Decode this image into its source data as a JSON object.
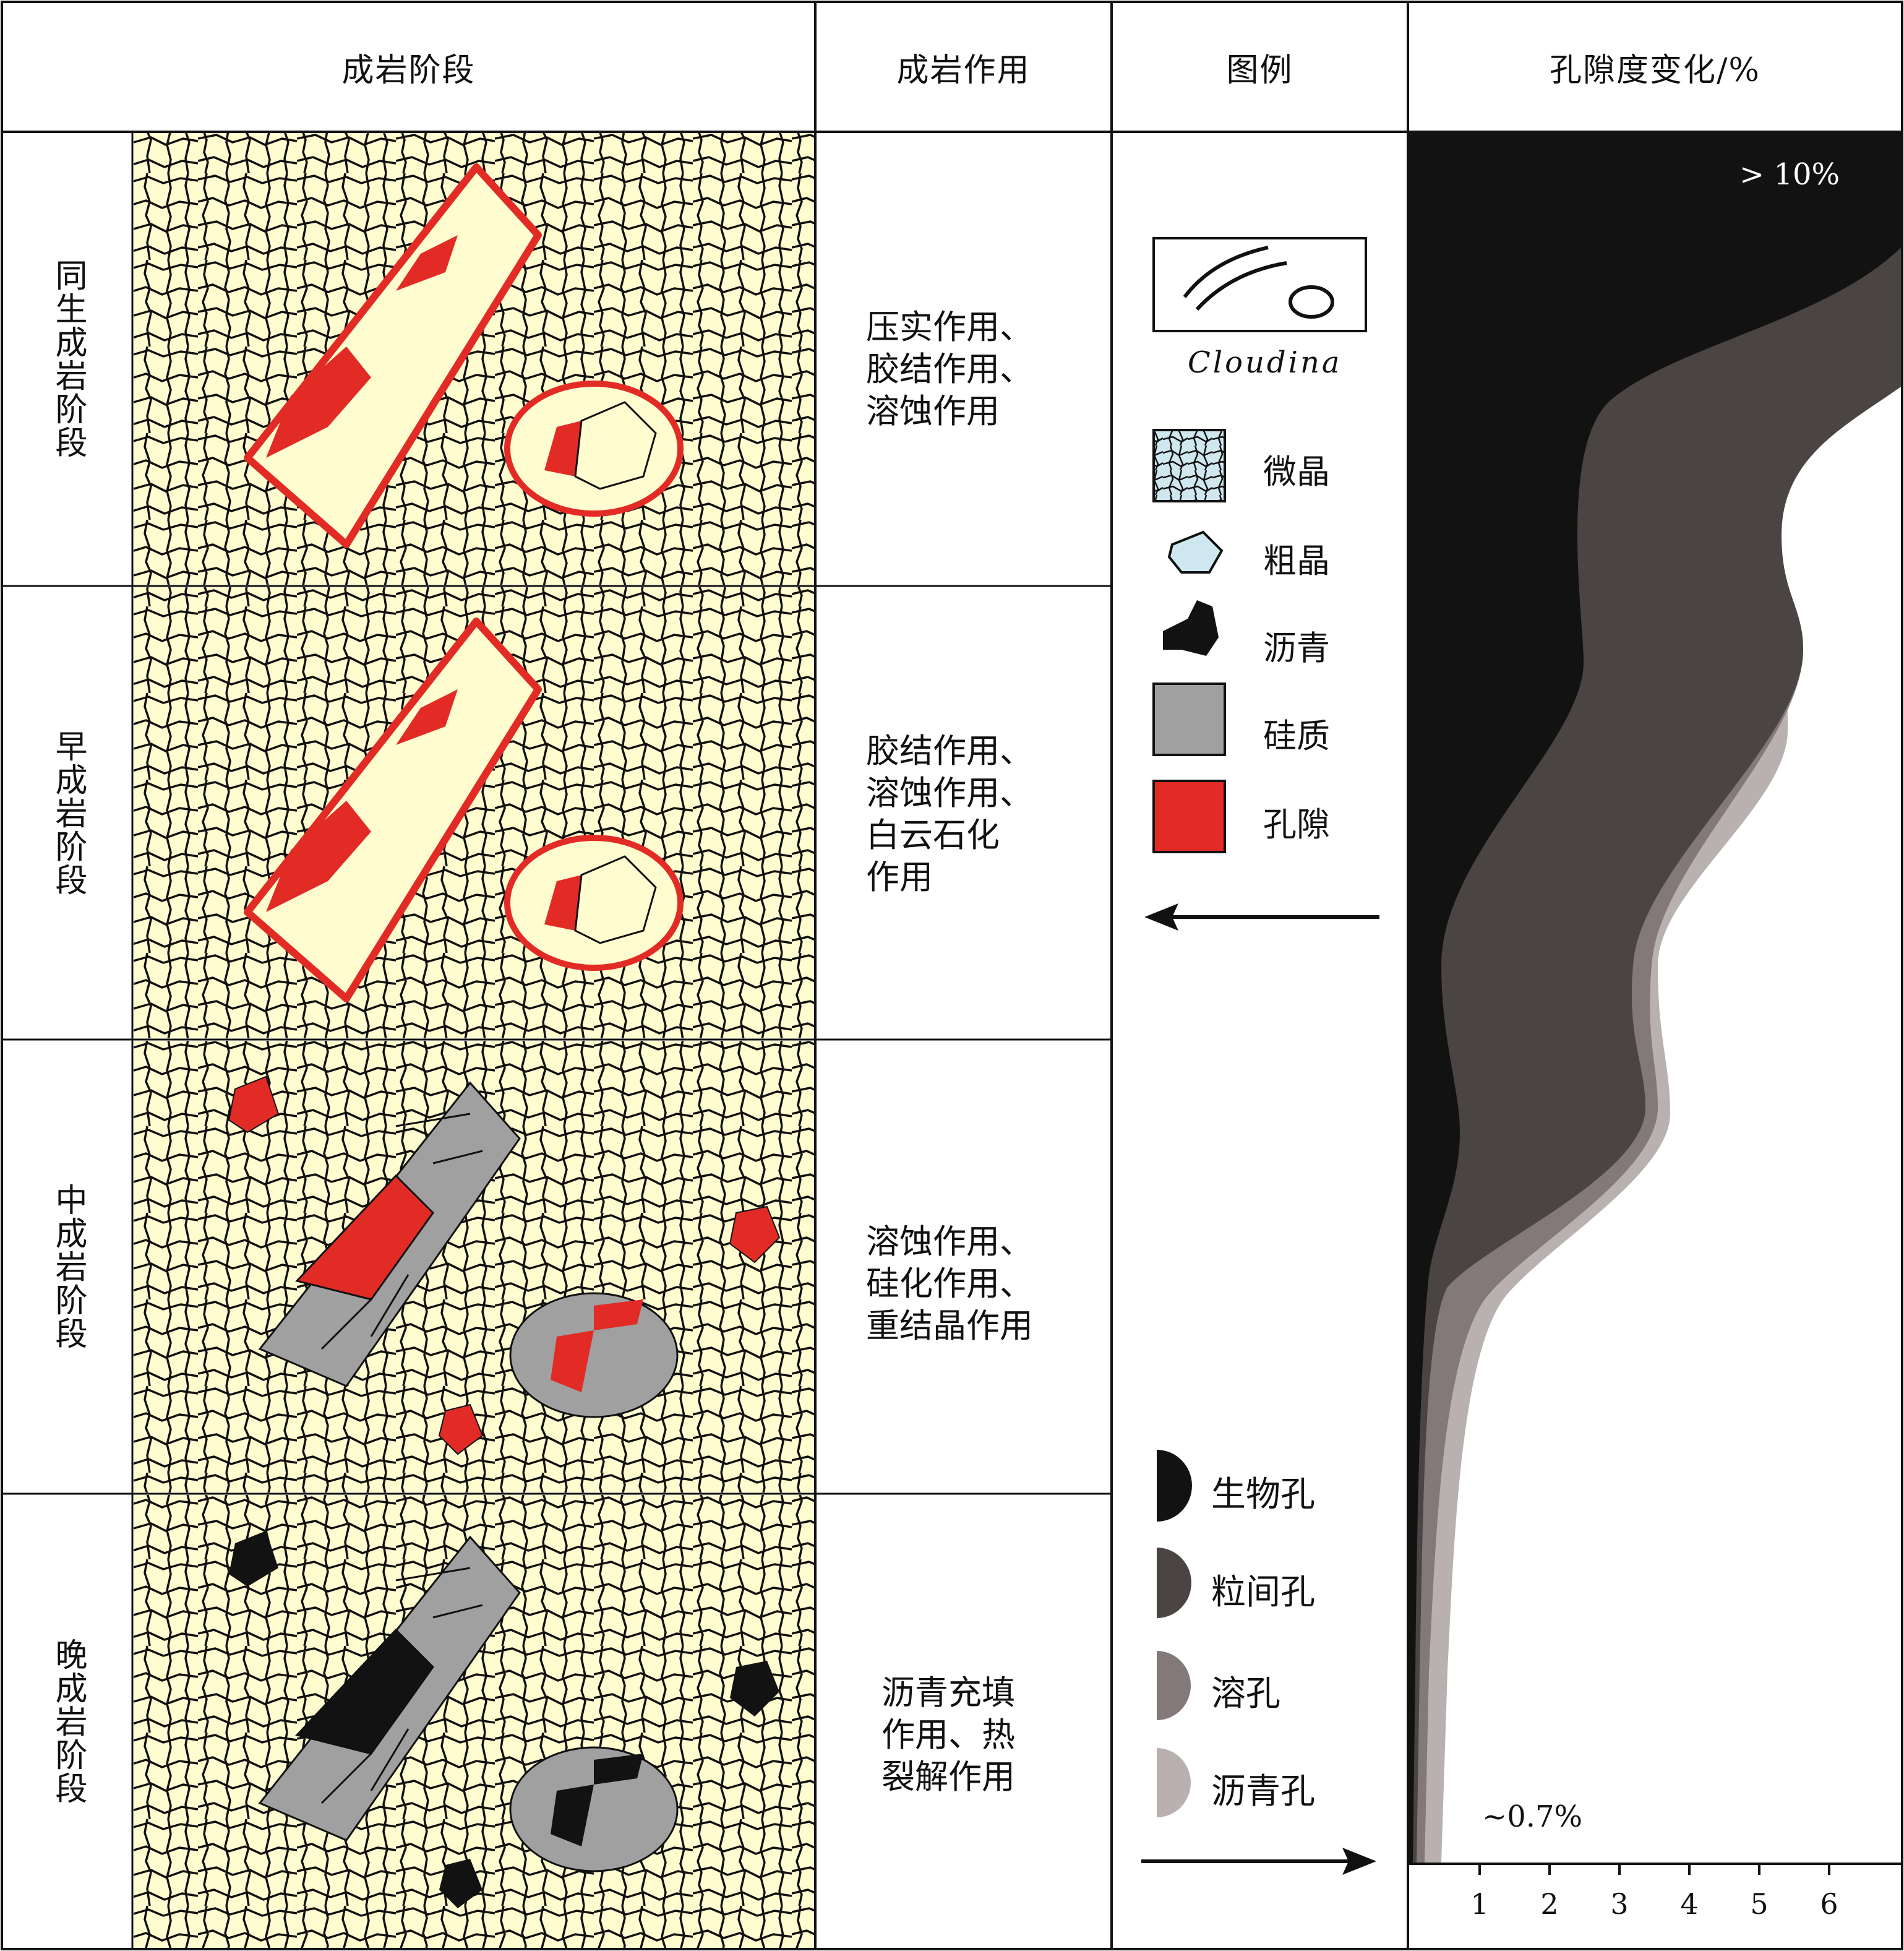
{
  "headers": {
    "stage": "成岩阶段",
    "process": "成岩作用",
    "legend": "图例",
    "porosity": "孔隙度变化/%"
  },
  "stages": [
    {
      "name": "同生成岩阶段",
      "processes": "压实作用、\n胶结作用、\n溶蚀作用"
    },
    {
      "name": "早成岩阶段",
      "processes": "胶结作用、\n溶蚀作用、\n白云石化\n作用"
    },
    {
      "name": "中成岩阶段",
      "processes": "溶蚀作用、\n硅化作用、\n重结晶作用"
    },
    {
      "name": "晚成岩阶段",
      "processes": "沥青充填\n作用、热\n裂解作用"
    }
  ],
  "legend": {
    "cloudina": "Cloudina",
    "items": [
      {
        "label": "微晶",
        "icon": "microcrystal-swatch",
        "color": "#cfe8f0"
      },
      {
        "label": "粗晶",
        "icon": "coarse-crystal-swatch",
        "color": "#cfe8f0"
      },
      {
        "label": "沥青",
        "icon": "bitumen-swatch",
        "color": "#111111"
      },
      {
        "label": "硅质",
        "icon": "silica-swatch",
        "color": "#a0a0a0"
      },
      {
        "label": "孔隙",
        "icon": "pore-swatch",
        "color": "#e32b26"
      }
    ],
    "pore_types": [
      {
        "label": "生物孔",
        "color": "#121212"
      },
      {
        "label": "粒间孔",
        "color": "#4a4443"
      },
      {
        "label": "溶孔",
        "color": "#827978"
      },
      {
        "label": "沥青孔",
        "color": "#b8b1b0"
      }
    ]
  },
  "porosity": {
    "top_label": "> 10%",
    "bottom_label": "~0.7%",
    "ticks": [
      "1",
      "2",
      "3",
      "4",
      "5",
      "6"
    ]
  },
  "colors": {
    "matrix": "#fffcd0",
    "pore": "#e32b26",
    "silica": "#a0a0a0",
    "bitumen": "#121212",
    "grain_outline": "#111111"
  }
}
